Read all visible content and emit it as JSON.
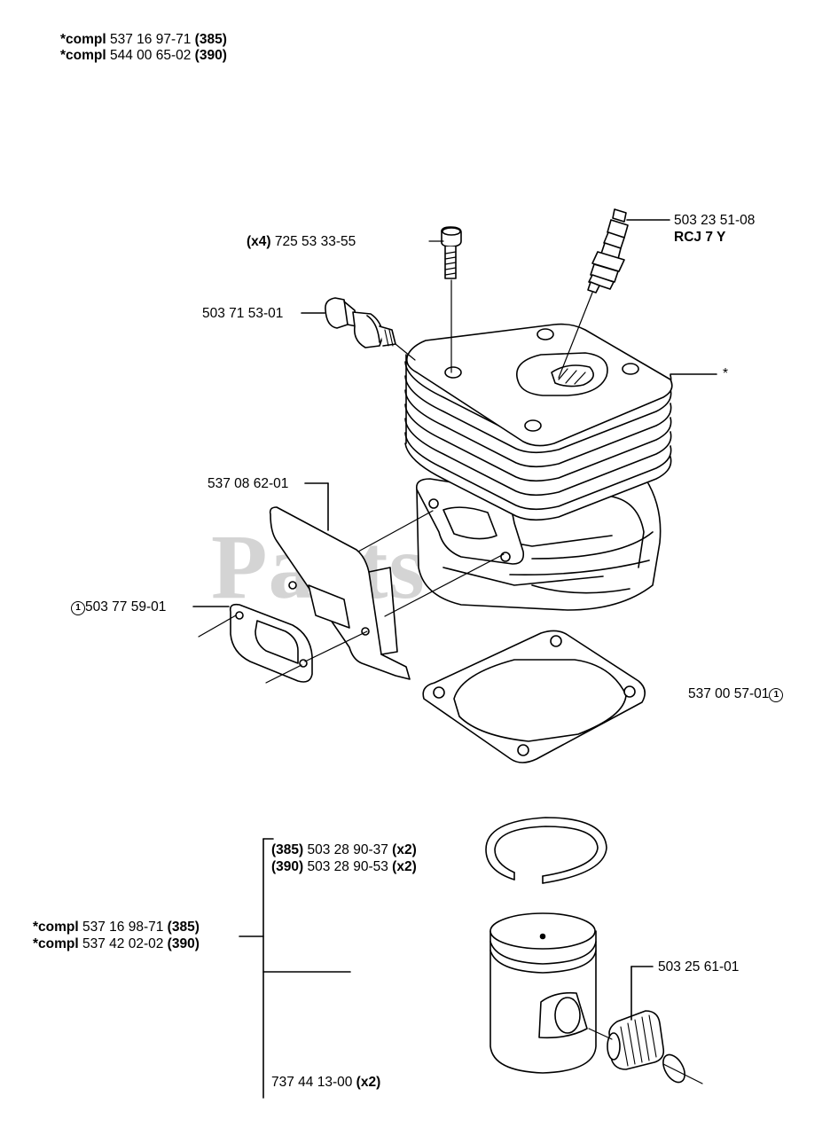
{
  "header": {
    "line1": {
      "prefix": "*compl",
      "part": "537 16 97-71",
      "model": "(385)"
    },
    "line2": {
      "prefix": "*compl",
      "part": "544 00 65-02",
      "model": "(390)"
    }
  },
  "labels": {
    "screw": {
      "qty": "(x4)",
      "part": "725 53 33-55"
    },
    "spark_plug": {
      "part": "503 23 51-08",
      "type": "RCJ 7 Y"
    },
    "decomp_valve": {
      "part": "503 71 53-01"
    },
    "cylinder": {
      "mark": "*"
    },
    "plate": {
      "part": "537 08 62-01"
    },
    "intake_gasket": {
      "circle": "1",
      "part": "503 77 59-01"
    },
    "base_gasket": {
      "part": "537 00 57-01",
      "circle": "1"
    },
    "rings": {
      "line1": {
        "model": "(385)",
        "part": "503 28 90-37",
        "qty": "(x2)"
      },
      "line2": {
        "model": "(390)",
        "part": "503 28 90-53",
        "qty": "(x2)"
      }
    },
    "piston": {
      "line1": {
        "prefix": "*compl",
        "part": "537 16 98-71",
        "model": "(385)"
      },
      "line2": {
        "prefix": "*compl",
        "part": "537 42 02-02",
        "model": "(390)"
      }
    },
    "bearing": {
      "part": "503 25 61-01"
    },
    "circlip": {
      "part": "737 44 13-00",
      "qty": "(x2)"
    }
  },
  "watermark": "PartsTree"
}
